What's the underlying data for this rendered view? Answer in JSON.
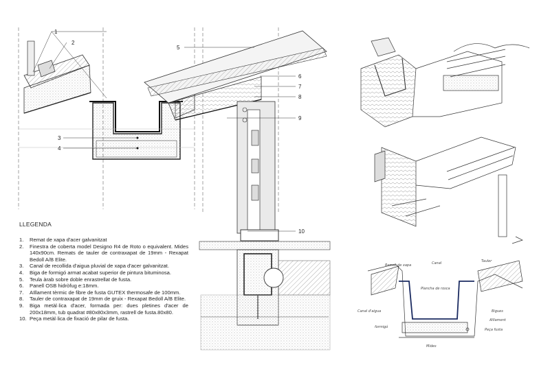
{
  "legend_title": "LLEGENDA",
  "legend": [
    {
      "num": "1.",
      "text": "Remat de xapa d'acer galvanitzat"
    },
    {
      "num": "2.",
      "text": "Finestra de coberta model Designo R4 de Roto o equivalent. Mides 140x90cm. Remats de tauler de contraxapat de 19mm - Rexapat Bedoll A/B Elite."
    },
    {
      "num": "3.",
      "text": "Canal de recollida d'aigua pluvial de xapa d'acer galvanitzat."
    },
    {
      "num": "4.",
      "text": "Biga de formigó armat acabat superior de pintura bituminosa."
    },
    {
      "num": "5.",
      "text": "Teula àrab sobre doble enrastrellat de fusta."
    },
    {
      "num": "6.",
      "text": "Panell OSB hidròfug e:18mm."
    },
    {
      "num": "7.",
      "text": "Aïllament tèrmic de fibre de fusta GUTEX thermosafe de 100mm."
    },
    {
      "num": "8.",
      "text": "Tauler de contraxapat de 19mm de gruix - Rexapat Bedoll A/B Elite."
    },
    {
      "num": "9.",
      "text": "Biga metàl·lica d'acer, formada per: dues pletines d'acer de 200x18mm, tub quadrat #80x80x3mm, rastrell de fusta.80x80."
    },
    {
      "num": "10.",
      "text": "Peça metàl·lica de fixació de pilar de fusta."
    }
  ],
  "callouts": {
    "c1": "1",
    "c2": "2",
    "c3": "3",
    "c4": "4",
    "c5": "5",
    "c6": "6",
    "c7": "7",
    "c8": "8",
    "c9": "9",
    "c10": "10"
  },
  "sketch_notes": {
    "n1": "Remat de xapa",
    "n2": "Canal",
    "n3": "Tauler",
    "n4": "Plancha de rosca",
    "n5": "Bigues",
    "n6": "Aïllament",
    "n7": "Peça fusta",
    "n8": "formigó",
    "n9": "Canal d'aigua",
    "n10": "Mides"
  }
}
